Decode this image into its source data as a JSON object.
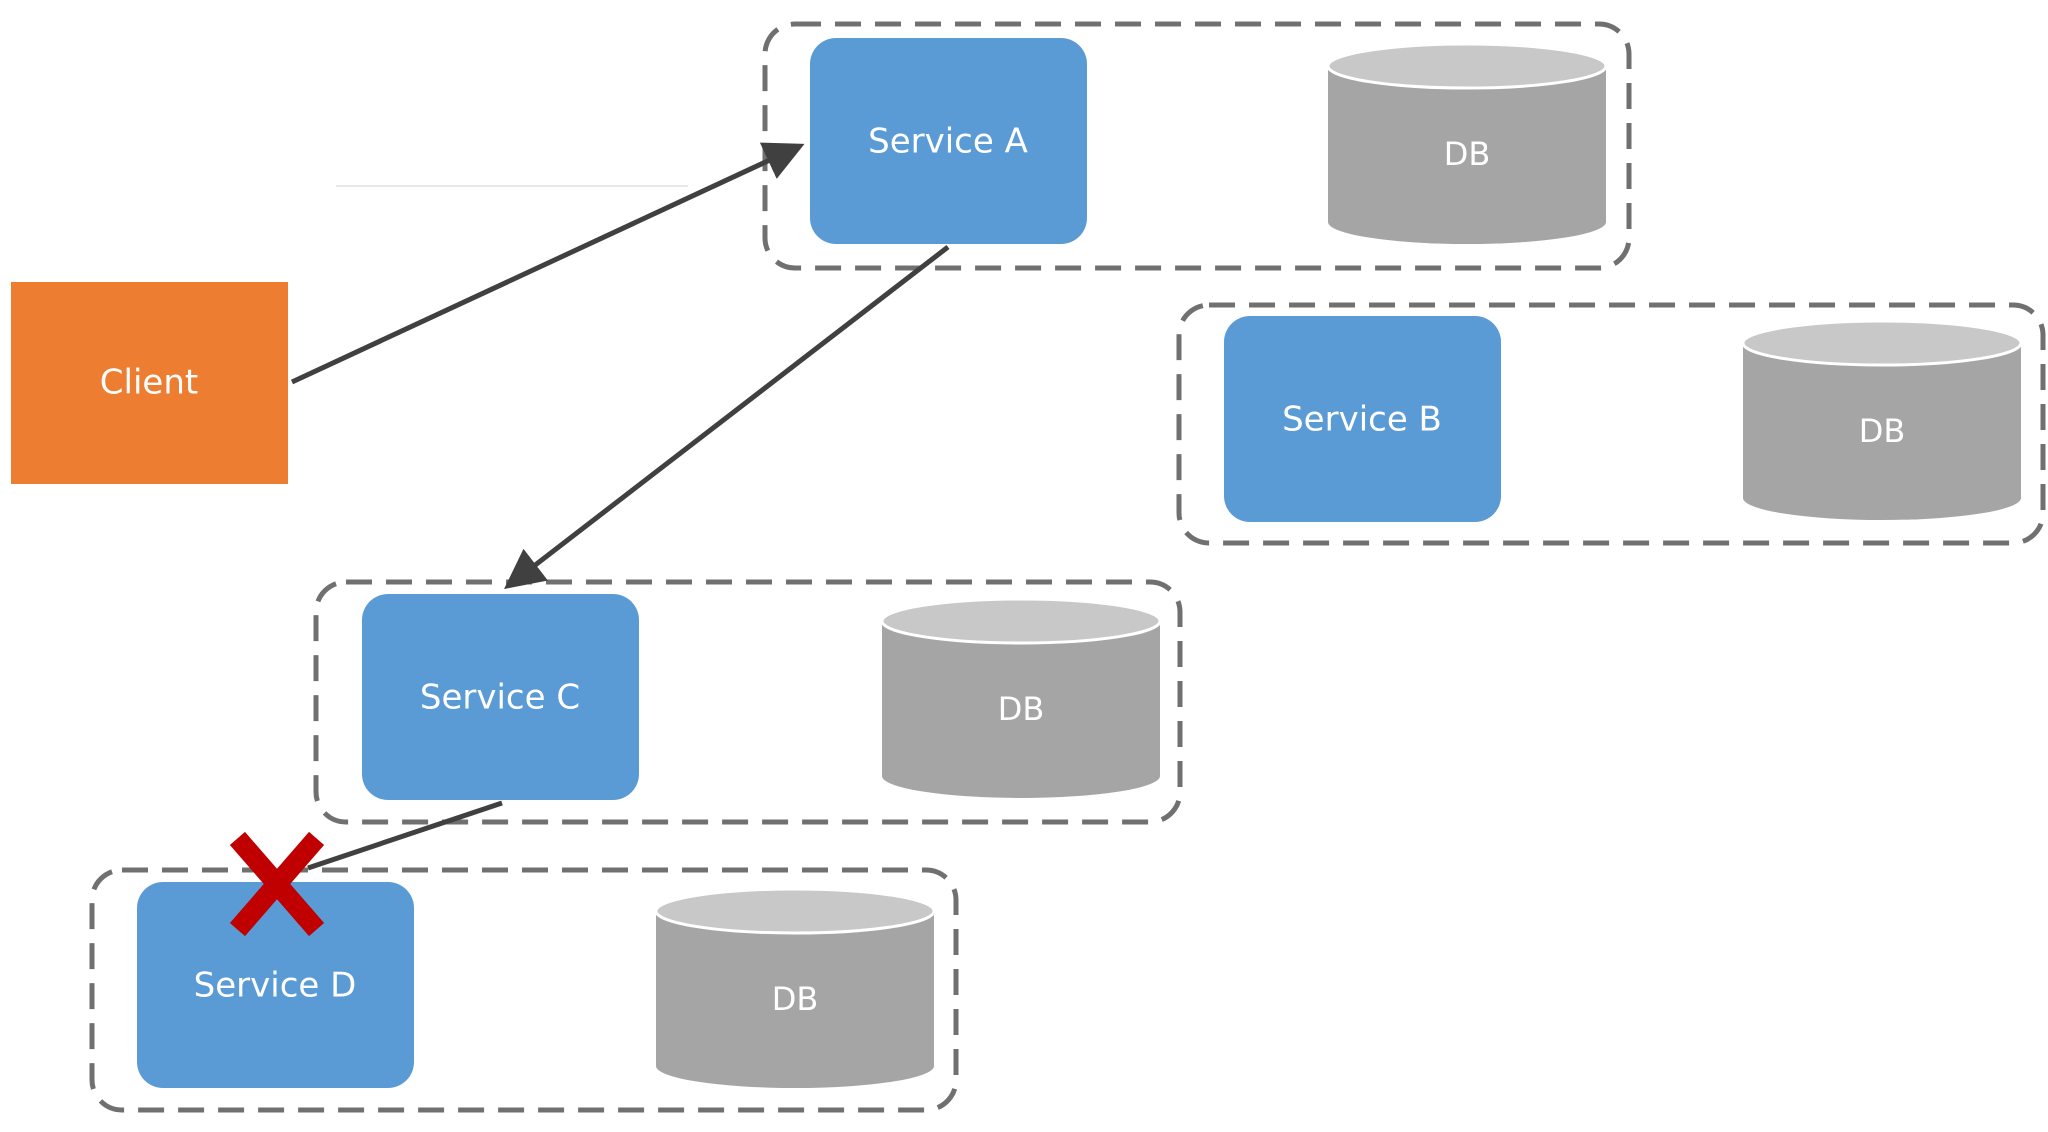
{
  "colors": {
    "client": "#ED7D31",
    "service": "#5B9BD5",
    "db_body": "#A5A5A5",
    "db_top": "#C8C8C8",
    "boundary": "#707070",
    "connector": "#404040",
    "failure": "#C00000"
  },
  "client": {
    "label": "Client"
  },
  "services": [
    {
      "id": "a",
      "label": "Service A",
      "db_label": "DB"
    },
    {
      "id": "b",
      "label": "Service B",
      "db_label": "DB"
    },
    {
      "id": "c",
      "label": "Service C",
      "db_label": "DB"
    },
    {
      "id": "d",
      "label": "Service D",
      "db_label": "DB"
    }
  ],
  "connections": [
    {
      "from": "client",
      "to": "service-a",
      "arrow": true
    },
    {
      "from": "service-a",
      "to": "service-c",
      "arrow": true
    },
    {
      "from": "service-c",
      "to": "service-d",
      "arrow": false,
      "failed": true
    }
  ],
  "failure_marker": {
    "icon": "failure-x-icon",
    "on": "service-d"
  }
}
